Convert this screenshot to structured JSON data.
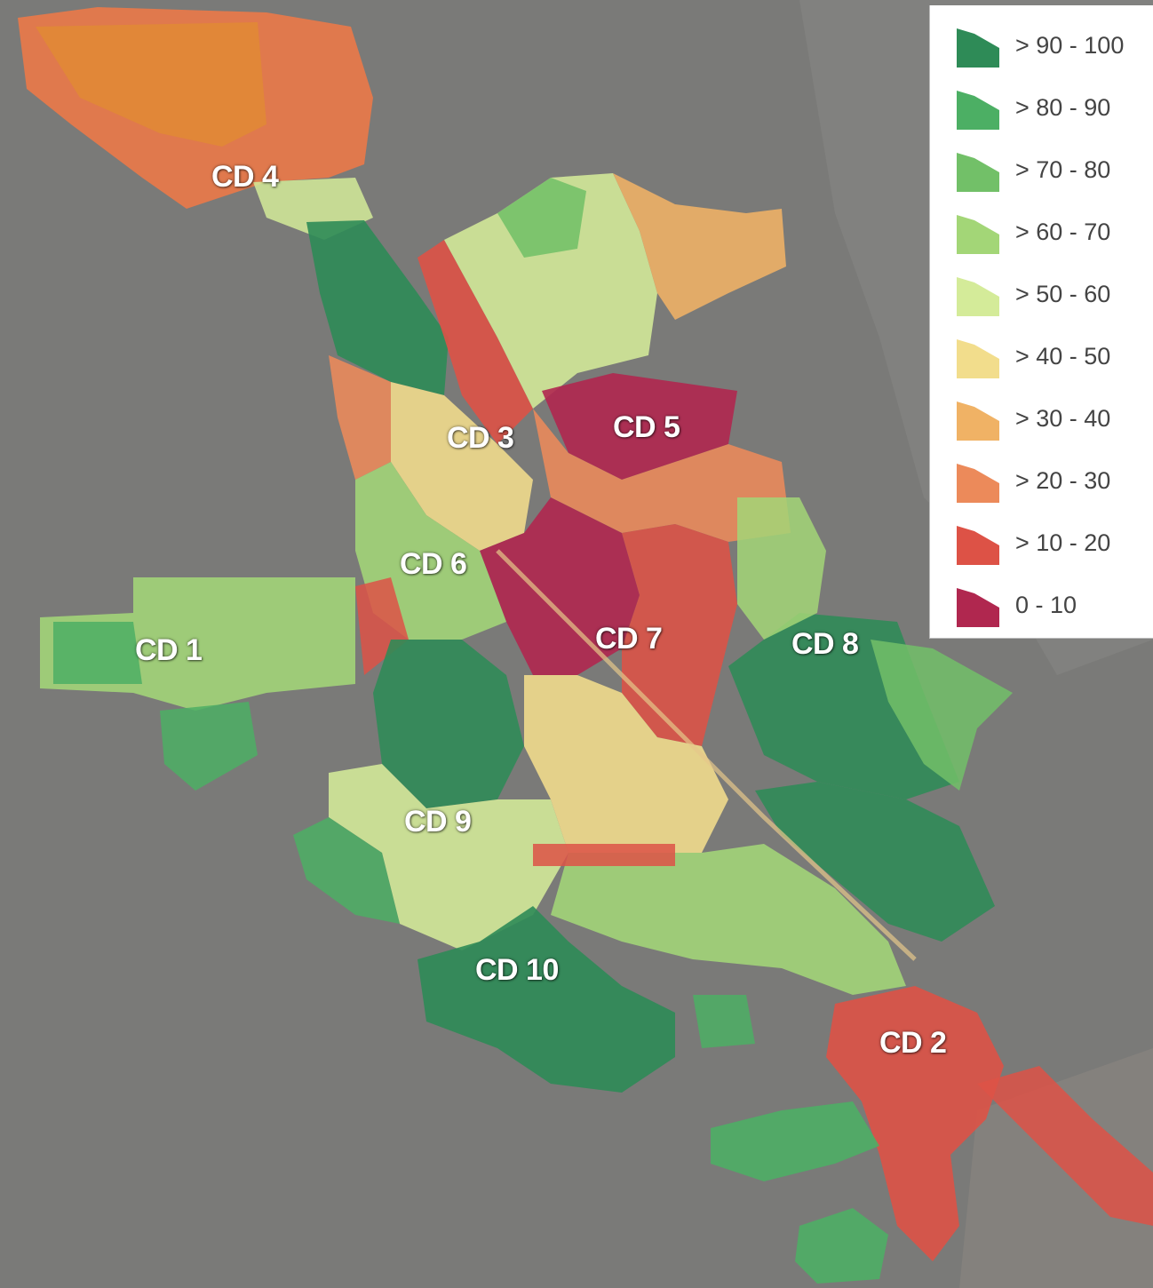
{
  "map": {
    "districts": [
      {
        "name": "CD 4"
      },
      {
        "name": "CD 3"
      },
      {
        "name": "CD 5"
      },
      {
        "name": "CD 6"
      },
      {
        "name": "CD 1"
      },
      {
        "name": "CD 7"
      },
      {
        "name": "CD 8"
      },
      {
        "name": "CD 9"
      },
      {
        "name": "CD 10"
      },
      {
        "name": "CD 2"
      }
    ],
    "basemap_color": "#7a7a78"
  },
  "legend": {
    "items": [
      {
        "label": "> 90 - 100",
        "color": "#2e8b57"
      },
      {
        "label": "> 80 - 90",
        "color": "#4caf64"
      },
      {
        "label": "> 70 - 80",
        "color": "#72c068"
      },
      {
        "label": "> 60 - 70",
        "color": "#a3d677"
      },
      {
        "label": "> 50 - 60",
        "color": "#d4eb99"
      },
      {
        "label": "> 40 - 50",
        "color": "#f2dd8c"
      },
      {
        "label": "> 30 - 40",
        "color": "#f0b265"
      },
      {
        "label": "> 20 - 30",
        "color": "#ec8a5a"
      },
      {
        "label": "> 10 - 20",
        "color": "#dd5246"
      },
      {
        "label": "0 - 10",
        "color": "#b0274f"
      }
    ]
  }
}
